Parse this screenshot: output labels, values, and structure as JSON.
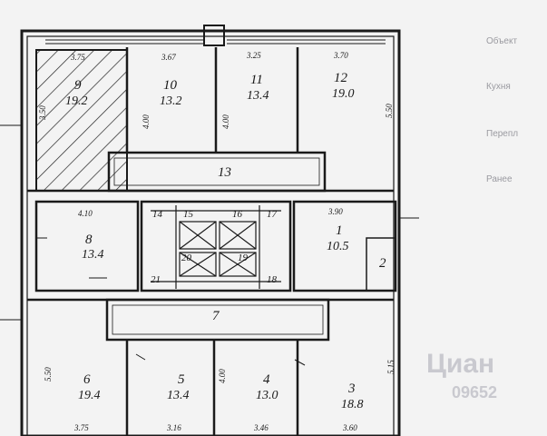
{
  "rooms": [
    {
      "no": "9",
      "area": "19.2",
      "dim": "3.75"
    },
    {
      "no": "10",
      "area": "13.2",
      "dim": "3.67"
    },
    {
      "no": "11",
      "area": "13.4",
      "dim": "3.25"
    },
    {
      "no": "12",
      "area": "19.0",
      "dim": "3.70"
    },
    {
      "no": "13"
    },
    {
      "no": "8",
      "area": "13.4",
      "dim": "4.10"
    },
    {
      "no": "1",
      "area": "10.5",
      "dim": "3.90"
    },
    {
      "no": "2"
    },
    {
      "no": "7"
    },
    {
      "no": "6",
      "area": "19.4",
      "dim": "3.75"
    },
    {
      "no": "5",
      "area": "13.4",
      "dim": "3.16"
    },
    {
      "no": "4",
      "area": "13.0",
      "dim": "3.46"
    },
    {
      "no": "3",
      "area": "18.8",
      "dim": "3.60"
    }
  ],
  "small_rooms": [
    "14",
    "15",
    "16",
    "17",
    "18",
    "19",
    "20",
    "21"
  ],
  "vertical_dims": [
    "4.00",
    "4.00",
    "5.50",
    "4.00",
    "5.50",
    "5.15"
  ],
  "left_dim": "3.50",
  "side_labels": [
    "Объект",
    "Кухня",
    "Перепл",
    "Ранее"
  ],
  "watermark": {
    "brand": "Циан",
    "number": "09652"
  },
  "colors": {
    "ink": "#1a1a1a",
    "paper": "#f3f3f3",
    "hatch": "#222222"
  }
}
